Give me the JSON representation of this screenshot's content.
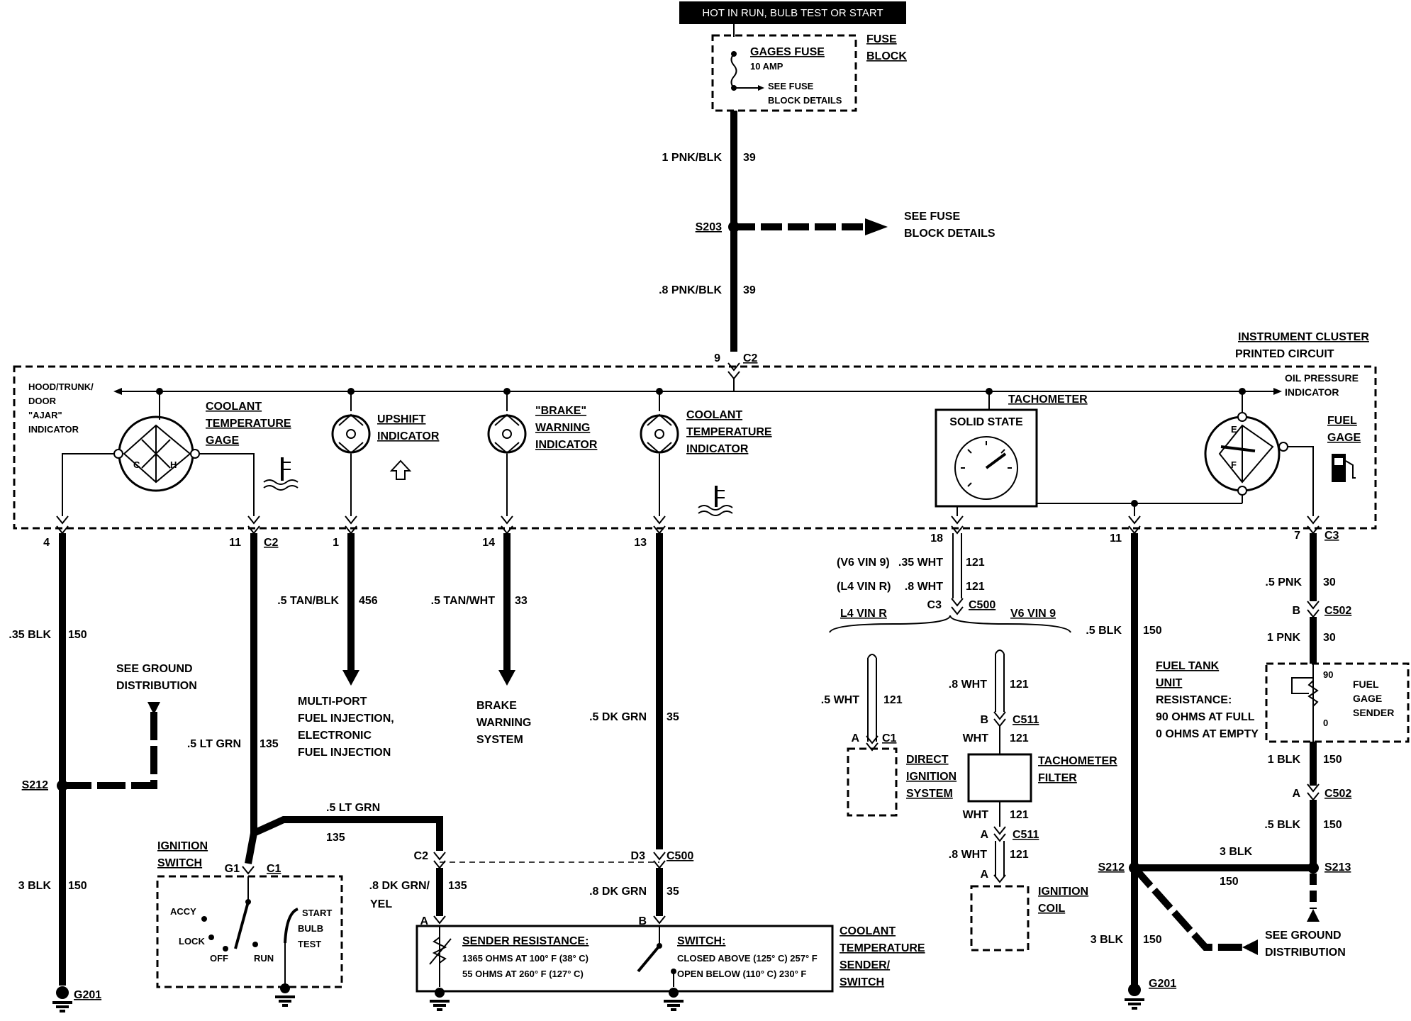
{
  "top_label": "HOT IN RUN, BULB TEST OR START",
  "fuse": {
    "name": "GAGES FUSE",
    "rating": "10 AMP",
    "see1": "SEE FUSE",
    "see2": "BLOCK DETAILS",
    "block1": "FUSE",
    "block2": "BLOCK"
  },
  "wires": {
    "w_top": "1 PNK/BLK",
    "w_top_num": "39",
    "s203": "S203",
    "see_fuse_1": "SEE FUSE",
    "see_fuse_2": "BLOCK DETAILS",
    "w_mid": ".8 PNK/BLK",
    "w_mid_num": "39",
    "pin9": "9",
    "c2_top": "C2"
  },
  "cluster": {
    "title1": "INSTRUMENT CLUSTER",
    "title2": "PRINTED CIRCUIT",
    "hood1": "HOOD/TRUNK/",
    "hood2": "DOOR",
    "hood3": "\"AJAR\"",
    "hood4": "INDICATOR",
    "coolant_gage1": "COOLANT",
    "coolant_gage2": "TEMPERATURE",
    "coolant_gage3": "GAGE",
    "gage_c": "C",
    "gage_h": "H",
    "upshift1": "UPSHIFT",
    "upshift2": "INDICATOR",
    "brake1": "\"BRAKE\"",
    "brake2": "WARNING",
    "brake3": "INDICATOR",
    "cti1": "COOLANT",
    "cti2": "TEMPERATURE",
    "cti3": "INDICATOR",
    "tach": "TACHOMETER",
    "solid_state": "SOLID STATE",
    "oil1": "OIL PRESSURE",
    "oil2": "INDICATOR",
    "fuel1": "FUEL",
    "fuel2": "GAGE",
    "gage_e": "E",
    "gage_f": "F"
  },
  "circuits": {
    "p4": "4",
    "c1_w": ".35 BLK",
    "c1_n": "150",
    "see_ground1": "SEE GROUND",
    "see_ground2": "DISTRIBUTION",
    "s212_left": "S212",
    "c1b_w": "3 BLK",
    "c1b_n": "150",
    "g201_left": "G201",
    "p11": "11",
    "c2_label": "C2",
    "c2_w": ".5 LT GRN",
    "c2_n": "135",
    "p1": "1",
    "c3_w": ".5 TAN/BLK",
    "c3_n": "456",
    "mpfi1": "MULTI-PORT",
    "mpfi2": "FUEL INJECTION,",
    "mpfi3": "ELECTRONIC",
    "mpfi4": "FUEL INJECTION",
    "p14": "14",
    "c4_w": ".5 TAN/WHT",
    "c4_n": "33",
    "brk1": "BRAKE",
    "brk2": "WARNING",
    "brk3": "SYSTEM",
    "p13": "13",
    "c5_w": ".5 DK GRN",
    "c5_n": "35",
    "p18": "18",
    "v6vin9": "(V6 VIN 9)",
    "c6_w": ".35 WHT",
    "c6_n": "121",
    "l4vinr": "(L4 VIN R)",
    "c6b_w": ".8 WHT",
    "c6b_n": "121",
    "c3_conn": "C3",
    "c500": "C500",
    "l4_vin_r": "L4 VIN R",
    "v6_vin_9": "V6 VIN 9",
    "p11b": "11",
    "c7_w": ".5 BLK",
    "c7_n": "150",
    "p7": "7",
    "c3_r": "C3",
    "c8_w": ".5 PNK",
    "c8_n": "30",
    "b_conn": "B",
    "c502": "C502",
    "c8b_w": "1 PNK",
    "c8b_n": "30"
  },
  "ignition": {
    "w_lt_grn": ".5 LT GRN",
    "w_lt_grn_n": "135",
    "title1": "IGNITION",
    "title2": "SWITCH",
    "g1": "G1",
    "c1": "C1",
    "accy": "ACCY",
    "lock": "LOCK",
    "off": "OFF",
    "run": "RUN",
    "start": "START",
    "bulb": "BULB",
    "test": "TEST"
  },
  "sender": {
    "c2": "C2",
    "d3": "D3",
    "c500": "C500",
    "w1": ".8 DK GRN/",
    "w1b": "YEL",
    "w1_n": "135",
    "w2": ".8 DK GRN",
    "w2_n": "35",
    "a": "A",
    "b": "B",
    "res_title": "SENDER RESISTANCE:",
    "res1": "1365 OHMS AT 100° F (38° C)",
    "res2": "55 OHMS AT 260° F (127° C)",
    "sw_title": "SWITCH:",
    "sw1": "CLOSED ABOVE (125° C) 257° F",
    "sw2": "OPEN BELOW (110° C) 230° F",
    "name1": "COOLANT",
    "name2": "TEMPERATURE",
    "name3": "SENDER/",
    "name4": "SWITCH"
  },
  "ignsys": {
    "w_l4": ".5 WHT",
    "w_l4_n": "121",
    "a": "A",
    "c1": "C1",
    "dis1": "DIRECT",
    "dis2": "IGNITION",
    "dis3": "SYSTEM",
    "w_v6": ".8 WHT",
    "w_v6_n": "121",
    "b": "B",
    "c511": "C511",
    "wht1": "WHT",
    "wht1_n": "121",
    "tf1": "TACHOMETER",
    "tf2": "FILTER",
    "wht2": "WHT",
    "wht2_n": "121",
    "a2": "A",
    "c511b": "C511",
    "w_v6b": ".8 WHT",
    "w_v6b_n": "121",
    "a3": "A",
    "coil1": "IGNITION",
    "coil2": "COIL"
  },
  "fuel": {
    "ftu1": "FUEL TANK",
    "ftu2": "UNIT",
    "res": "RESISTANCE:",
    "r1": "90 OHMS AT FULL",
    "r2": "0 OHMS AT EMPTY",
    "s90": "90",
    "s0": "0",
    "fgs1": "FUEL",
    "fgs2": "GAGE",
    "fgs3": "SENDER",
    "w1": "1 BLK",
    "w1_n": "150",
    "a": "A",
    "c502": "C502",
    "w2": ".5 BLK",
    "w2_n": "150",
    "w3": "3 BLK",
    "w3_n": "150",
    "s212": "S212",
    "s213": "S213",
    "w4": "3 BLK",
    "w4_n": "150",
    "see_g1": "SEE GROUND",
    "see_g2": "DISTRIBUTION",
    "g201": "G201"
  }
}
